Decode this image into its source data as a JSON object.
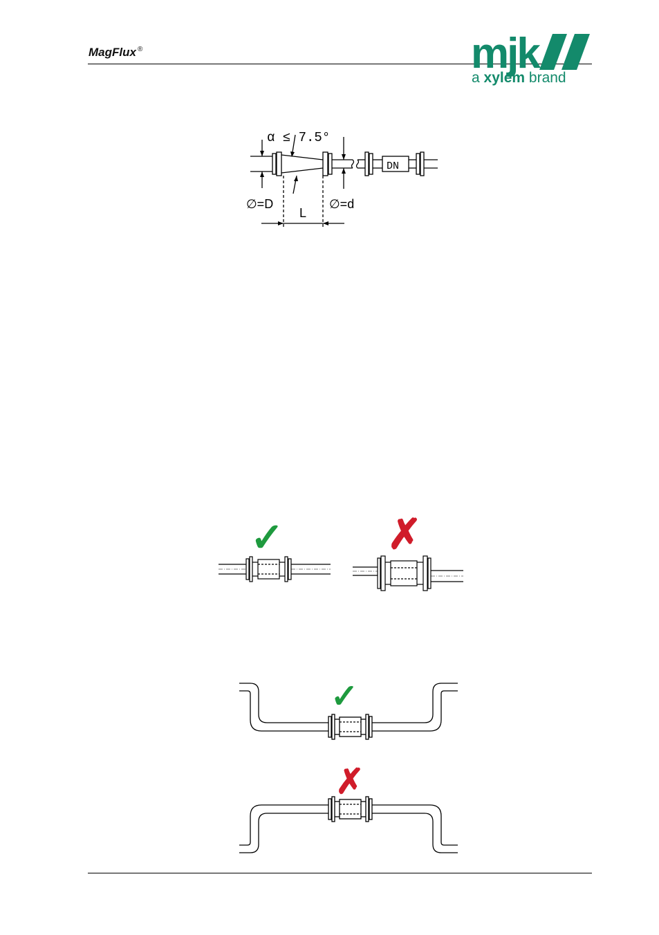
{
  "header": {
    "product_name_part1": "Mag",
    "product_name_part2": "Flux",
    "registered_mark": "®",
    "brand_logo_text": "mjk",
    "brand_tagline_prefix": "a ",
    "brand_tagline_brand": "xylem",
    "brand_tagline_suffix": " brand"
  },
  "reducer_diagram": {
    "angle_label": "α ≤ 7.5°",
    "diameter_large": "∅=D",
    "diameter_small": "∅=d",
    "length_label": "L",
    "meter_label": "DN"
  },
  "alignment_diagram": {
    "correct_mark": "✓",
    "incorrect_mark": "✗"
  },
  "elevation_diagram": {
    "correct_mark": "✓",
    "incorrect_mark": "✗"
  },
  "colors": {
    "brand_green": "#138a6b",
    "check_green": "#1e9a3e",
    "cross_red": "#d01c2a"
  }
}
